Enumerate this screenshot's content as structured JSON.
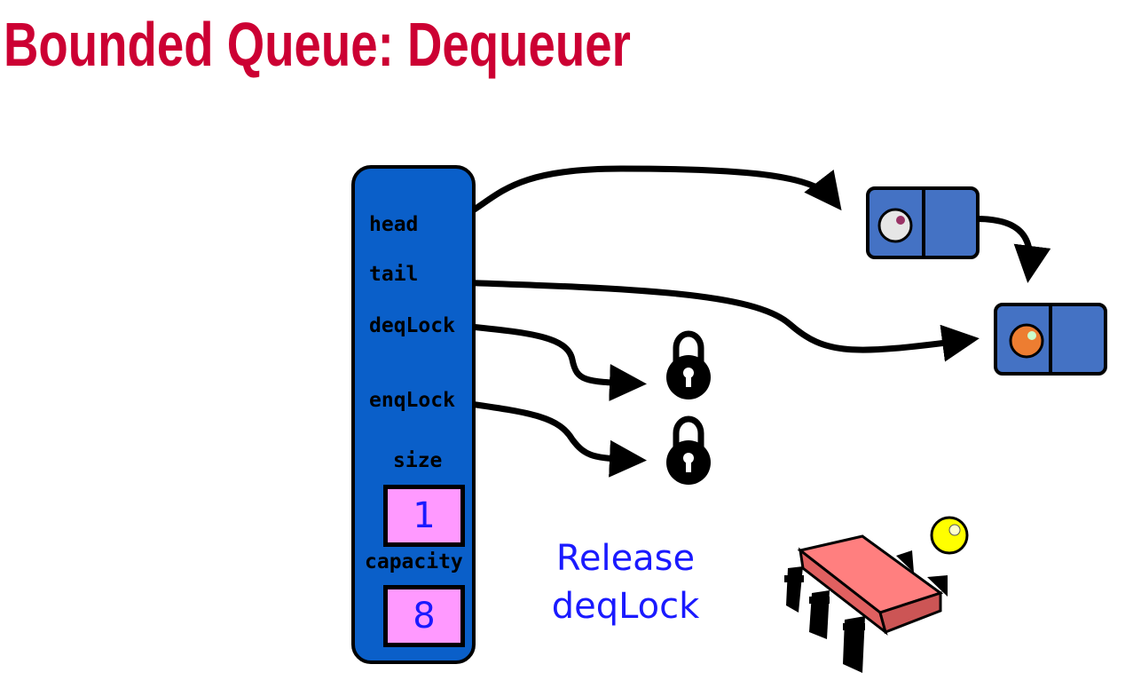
{
  "title": "Bounded Queue: Dequeuer",
  "queue": {
    "fields": {
      "head": "head",
      "tail": "tail",
      "deqLock": "deqLock",
      "enqLock": "enqLock",
      "size": "size",
      "capacity": "capacity"
    },
    "size_value": "1",
    "capacity_value": "8"
  },
  "note": {
    "line1": "Release",
    "line2": "deqLock"
  },
  "colors": {
    "title": "#cc0033",
    "queue_fill": "#0a5fc9",
    "value_fill": "#ff99ff",
    "value_text": "#1a1aff",
    "node_fill": "#4472c4",
    "lock": "#000000",
    "thread_body": "#ff7f7f",
    "thread_token": "#ffff00"
  },
  "icons": [
    "padlock-icon",
    "padlock-icon",
    "thread-bug-icon",
    "token-ball-icon"
  ]
}
